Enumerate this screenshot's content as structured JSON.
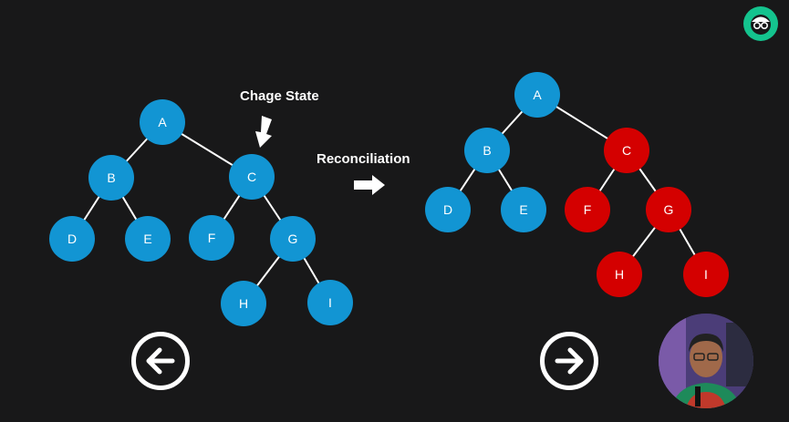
{
  "colors": {
    "background": "#181819",
    "blue_node": "#1295d3",
    "red_node": "#d40000",
    "edge": "#ffffff",
    "logo_accent": "#14c38e"
  },
  "labels": {
    "change_state": "Chage State",
    "reconciliation": "Reconciliation"
  },
  "trees": {
    "before": {
      "nodes": [
        {
          "id": "A",
          "color": "blue"
        },
        {
          "id": "B",
          "color": "blue"
        },
        {
          "id": "C",
          "color": "blue"
        },
        {
          "id": "D",
          "color": "blue"
        },
        {
          "id": "E",
          "color": "blue"
        },
        {
          "id": "F",
          "color": "blue"
        },
        {
          "id": "G",
          "color": "blue"
        },
        {
          "id": "H",
          "color": "blue"
        },
        {
          "id": "I",
          "color": "blue"
        }
      ],
      "edges": [
        [
          "A",
          "B"
        ],
        [
          "A",
          "C"
        ],
        [
          "B",
          "D"
        ],
        [
          "B",
          "E"
        ],
        [
          "C",
          "F"
        ],
        [
          "C",
          "G"
        ],
        [
          "G",
          "H"
        ],
        [
          "G",
          "I"
        ]
      ]
    },
    "after": {
      "nodes": [
        {
          "id": "A",
          "color": "blue"
        },
        {
          "id": "B",
          "color": "blue"
        },
        {
          "id": "C",
          "color": "red"
        },
        {
          "id": "D",
          "color": "blue"
        },
        {
          "id": "E",
          "color": "blue"
        },
        {
          "id": "F",
          "color": "red"
        },
        {
          "id": "G",
          "color": "red"
        },
        {
          "id": "H",
          "color": "red"
        },
        {
          "id": "I",
          "color": "red"
        }
      ],
      "edges": [
        [
          "A",
          "B"
        ],
        [
          "A",
          "C"
        ],
        [
          "B",
          "D"
        ],
        [
          "B",
          "E"
        ],
        [
          "C",
          "F"
        ],
        [
          "C",
          "G"
        ],
        [
          "G",
          "H"
        ],
        [
          "G",
          "I"
        ]
      ]
    }
  },
  "nav": {
    "prev": "arrow-left-icon",
    "next": "arrow-right-icon"
  },
  "icons": {
    "logo": "coder-avatar-logo-icon",
    "webcam": "presenter-webcam"
  }
}
